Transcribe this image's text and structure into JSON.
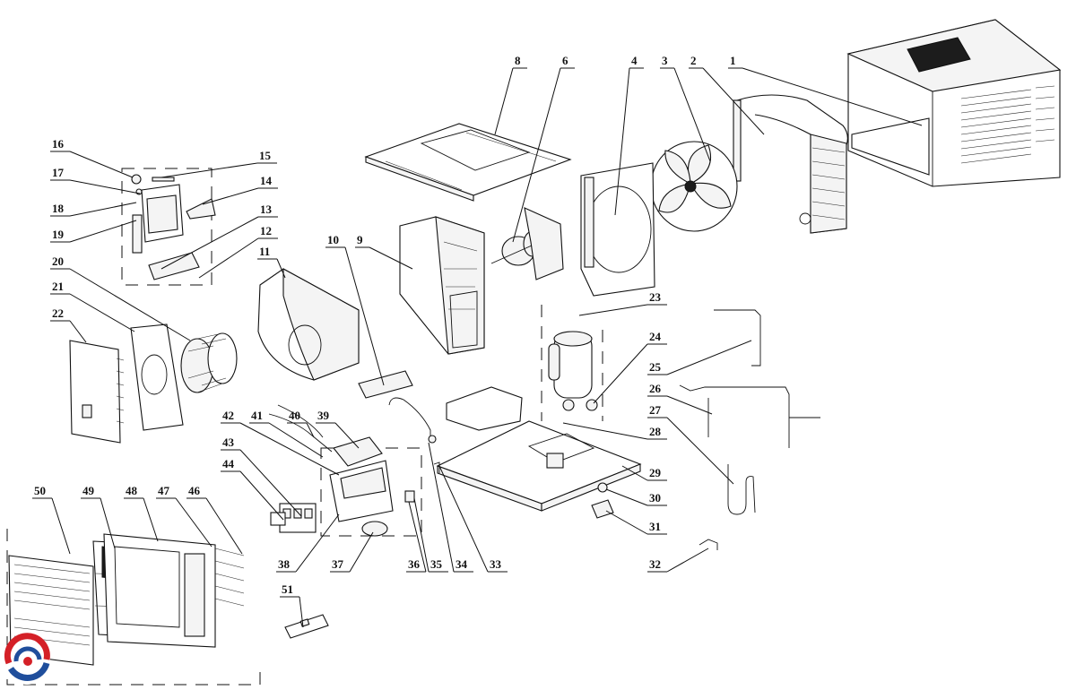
{
  "parts": [
    {
      "id": "1",
      "label": "1"
    },
    {
      "id": "2",
      "label": "2"
    },
    {
      "id": "3",
      "label": "3"
    },
    {
      "id": "4",
      "label": "4"
    },
    {
      "id": "6",
      "label": "6"
    },
    {
      "id": "8",
      "label": "8"
    },
    {
      "id": "9",
      "label": "9"
    },
    {
      "id": "10",
      "label": "10"
    },
    {
      "id": "11",
      "label": "11"
    },
    {
      "id": "12",
      "label": "12"
    },
    {
      "id": "13",
      "label": "13"
    },
    {
      "id": "14",
      "label": "14"
    },
    {
      "id": "15",
      "label": "15"
    },
    {
      "id": "16",
      "label": "16"
    },
    {
      "id": "17",
      "label": "17"
    },
    {
      "id": "18",
      "label": "18"
    },
    {
      "id": "19",
      "label": "19"
    },
    {
      "id": "20",
      "label": "20"
    },
    {
      "id": "21",
      "label": "21"
    },
    {
      "id": "22",
      "label": "22"
    },
    {
      "id": "23",
      "label": "23"
    },
    {
      "id": "24",
      "label": "24"
    },
    {
      "id": "25",
      "label": "25"
    },
    {
      "id": "26",
      "label": "26"
    },
    {
      "id": "27",
      "label": "27"
    },
    {
      "id": "28",
      "label": "28"
    },
    {
      "id": "29",
      "label": "29"
    },
    {
      "id": "30",
      "label": "30"
    },
    {
      "id": "31",
      "label": "31"
    },
    {
      "id": "32",
      "label": "32"
    },
    {
      "id": "33",
      "label": "33"
    },
    {
      "id": "34",
      "label": "34"
    },
    {
      "id": "35",
      "label": "35"
    },
    {
      "id": "36",
      "label": "36"
    },
    {
      "id": "37",
      "label": "37"
    },
    {
      "id": "38",
      "label": "38"
    },
    {
      "id": "39",
      "label": "39"
    },
    {
      "id": "40",
      "label": "40"
    },
    {
      "id": "41",
      "label": "41"
    },
    {
      "id": "42",
      "label": "42"
    },
    {
      "id": "43",
      "label": "43"
    },
    {
      "id": "44",
      "label": "44"
    },
    {
      "id": "46",
      "label": "46"
    },
    {
      "id": "47",
      "label": "47"
    },
    {
      "id": "48",
      "label": "48"
    },
    {
      "id": "49",
      "label": "49"
    },
    {
      "id": "50",
      "label": "50"
    },
    {
      "id": "51",
      "label": "51"
    }
  ],
  "colors": {
    "line": "#111111",
    "logo_red": "#d42027",
    "logo_blue": "#1f4e9c"
  },
  "logo": {
    "icon": "brand-logo-icon"
  }
}
